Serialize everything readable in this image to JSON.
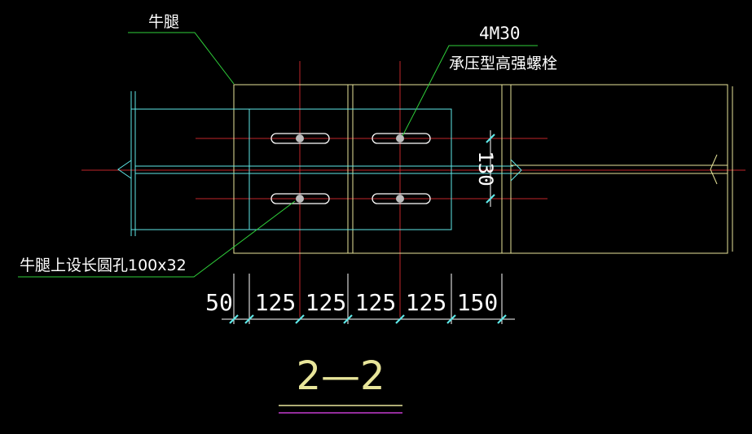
{
  "labels": {
    "corbel": "牛腿",
    "bolt_spec": "4M30",
    "bolt_type": "承压型高强螺栓",
    "slot_note": "牛腿上设长圆孔100x32",
    "vertical_dim": "130",
    "section_title": "2—2"
  },
  "horizontal_dimensions": [
    "50",
    "125",
    "125",
    "125",
    "125",
    "150"
  ],
  "colors": {
    "background": "#000000",
    "yellow": "#e8e59a",
    "cyan": "#5fe8e8",
    "red": "#c0262a",
    "green": "#2fcf3a",
    "white": "#ffffff",
    "magenta": "#c63ccf"
  }
}
